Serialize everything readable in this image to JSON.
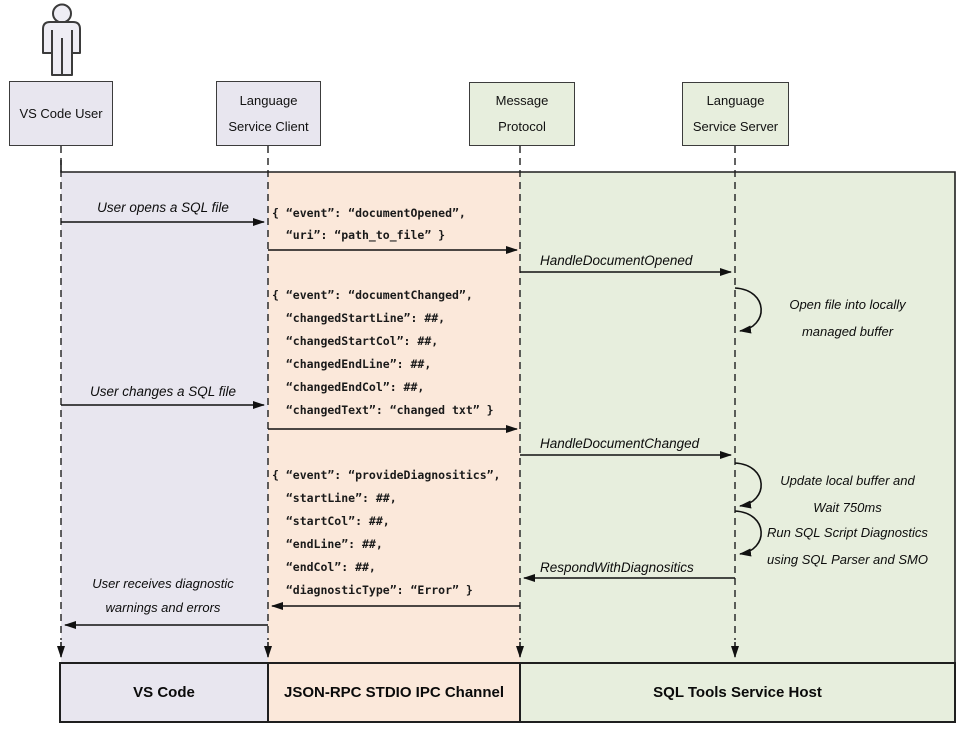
{
  "diagram_title": "SQL Tools Service Host sequence diagram",
  "colors": {
    "lavender_band": "#e8e6ef",
    "orange_band": "#fbe8da",
    "green_band": "#e7eedd",
    "line": "#1f1f1f"
  },
  "actors": {
    "user": {
      "lines": [
        "VS Code User"
      ]
    },
    "client": {
      "lines": [
        "Language",
        "Service Client"
      ]
    },
    "protocol": {
      "lines": [
        "Message",
        "Protocol"
      ]
    },
    "server": {
      "lines": [
        "Language",
        "Service Server"
      ]
    }
  },
  "messages": {
    "open_file": "User opens a SQL file",
    "doc_opened_json": [
      "{ “event”: “documentOpened”,",
      "  “uri”: “path_to_file” }"
    ],
    "handle_doc_opened": "HandleDocumentOpened",
    "note_open_buffer": [
      "Open file into locally",
      "managed buffer"
    ],
    "doc_changed_json": [
      "{ “event”: “documentChanged”,",
      "  “changedStartLine”: ##,",
      "  “changedStartCol”: ##,",
      "  “changedEndLine”: ##,",
      "  “changedEndCol”: ##,",
      "  “changedText”: “changed txt” }"
    ],
    "change_file": "User changes a SQL file",
    "handle_doc_changed": "HandleDocumentChanged",
    "note_update_buffer": [
      "Update local buffer and",
      "Wait 750ms"
    ],
    "note_run_diagnostics": [
      "Run SQL Script Diagnostics",
      "using SQL Parser and SMO"
    ],
    "respond_with_diagnostics": "RespondWithDiagnositics",
    "provide_diagnostics_json": [
      "{ “event”: “provideDiagnositics”,",
      "  “startLine”: ##,",
      "  “startCol”: ##,",
      "  “endLine”: ##,",
      "  “endCol”: ##,",
      "  “diagnosticType”: “Error” }"
    ],
    "receive_diagnostics": [
      "User receives diagnostic",
      "warnings and errors"
    ]
  },
  "footer": {
    "vs_code": "VS Code",
    "ipc_channel": "JSON-RPC STDIO IPC Channel",
    "service_host": "SQL Tools Service Host"
  }
}
